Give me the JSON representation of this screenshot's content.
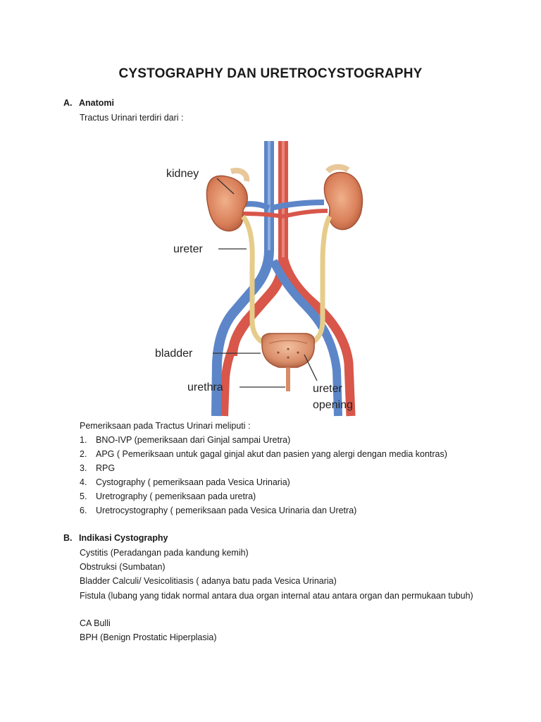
{
  "title": "CYSTOGRAPHY DAN URETROCYSTOGRAPHY",
  "sectionA": {
    "marker": "A.",
    "heading": "Anatomi",
    "intro": "Tractus Urinari terdiri dari :"
  },
  "diagram": {
    "labels": {
      "kidney": "kidney",
      "ureter": "ureter",
      "bladder": "bladder",
      "urethra": "urethra",
      "ureter_opening_1": "ureter",
      "ureter_opening_2": "opening"
    }
  },
  "exams": {
    "intro": "Pemeriksaan pada Tractus Urinari meliputi :",
    "items": [
      {
        "n": "1.",
        "text": "BNO-IVP (pemeriksaan dari Ginjal sampai Uretra)"
      },
      {
        "n": "2.",
        "text": "APG ( Pemeriksaan untuk gagal ginjal akut dan pasien yang alergi dengan media kontras)"
      },
      {
        "n": "3.",
        "text": "RPG"
      },
      {
        "n": "4.",
        "text": "Cystography ( pemeriksaan pada Vesica Urinaria)"
      },
      {
        "n": "5.",
        "text": "Uretrography ( pemeriksaan pada uretra)"
      },
      {
        "n": "6.",
        "text": "Uretrocystography ( pemeriksaan pada Vesica Urinaria dan Uretra)"
      }
    ]
  },
  "sectionB": {
    "marker": "B.",
    "heading": "Indikasi Cystography",
    "lines": [
      "Cystitis (Peradangan pada kandung kemih)",
      "Obstruksi (Sumbatan)",
      "Bladder Calculi/ Vesicolitiasis ( adanya batu pada Vesica Urinaria)"
    ],
    "fistula": "Fistula (lubang yang tidak normal antara dua organ internal atau antara organ dan permukaan tubuh)",
    "lines2": [
      "CA Bulli",
      "BPH (Benign Prostatic Hiperplasia)"
    ]
  }
}
